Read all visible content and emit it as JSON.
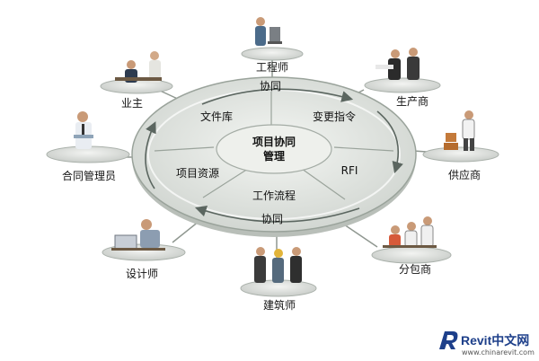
{
  "diagram": {
    "center": {
      "line1": "项目协同",
      "line2": "管理"
    },
    "ring": {
      "top": "协同",
      "bottom": "协同",
      "sectors": [
        "文件库",
        "变更指令",
        "项目资源",
        "RFI",
        "工作流程"
      ]
    },
    "stakeholders": [
      {
        "id": "engineer",
        "label": "工程师"
      },
      {
        "id": "owner",
        "label": "业主"
      },
      {
        "id": "manufacturer",
        "label": "生产商"
      },
      {
        "id": "contract-manager",
        "label": "合同管理员"
      },
      {
        "id": "supplier",
        "label": "供应商"
      },
      {
        "id": "designer",
        "label": "设计师"
      },
      {
        "id": "subcontractor",
        "label": "分包商"
      },
      {
        "id": "architect",
        "label": "建筑师"
      }
    ]
  },
  "watermark": {
    "brand": "Revit中文网",
    "url": "www.chinarevit.com"
  },
  "colors": {
    "ring": "#dfe3df",
    "ring_edge": "#9aa39b",
    "center": "#eef0ec",
    "pedestal": "#d7dbd7",
    "logo": "#1d3f8a"
  }
}
